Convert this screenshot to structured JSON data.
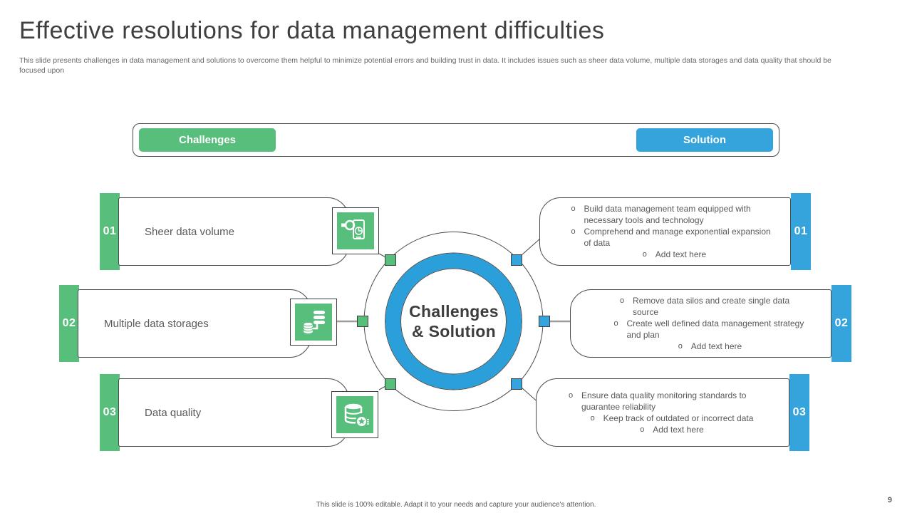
{
  "slide": {
    "title": "Effective resolutions for data management difficulties",
    "subtitle": "This slide presents challenges in data management  and solutions to overcome them helpful to minimize  potential errors and building trust in data. It  includes issues such as sheer data volume, multiple  data storages and data quality that should be focused upon",
    "footer": "This slide is 100% editable.  Adapt it to your needs and capture your audience's attention.",
    "page_number": "9"
  },
  "legend": {
    "challenges_label": "Challenges",
    "solution_label": "Solution"
  },
  "center": {
    "line1": "Challenges",
    "line2": "& Solution"
  },
  "bullet_marker": "o",
  "challenges": [
    {
      "number": "01",
      "label": "Sheer data volume",
      "icon": "data-volume-search-icon"
    },
    {
      "number": "02",
      "label": "Multiple data storages",
      "icon": "multiple-databases-icon"
    },
    {
      "number": "03",
      "label": "Data quality",
      "icon": "database-quality-icon"
    }
  ],
  "solutions": [
    {
      "number": "01",
      "bullets": [
        "Build data management  team equipped  with necessary tools and technology",
        "Comprehend  and manage  exponential expansion  of data",
        "Add text here"
      ]
    },
    {
      "number": "02",
      "bullets": [
        "Remove  data silos and create  single data source",
        "Create  well defined  data management strategy  and plan",
        "Add text here"
      ]
    },
    {
      "number": "03",
      "bullets": [
        "Ensure  data quality monitoring  standards to guarantee  reliability",
        "Keep track of outdated  or incorrect  data",
        "Add text here"
      ]
    }
  ],
  "colors": {
    "green": "#57be7c",
    "blue": "#35a3dc",
    "title_text": "#3f3f3f",
    "body_text": "#595959"
  }
}
